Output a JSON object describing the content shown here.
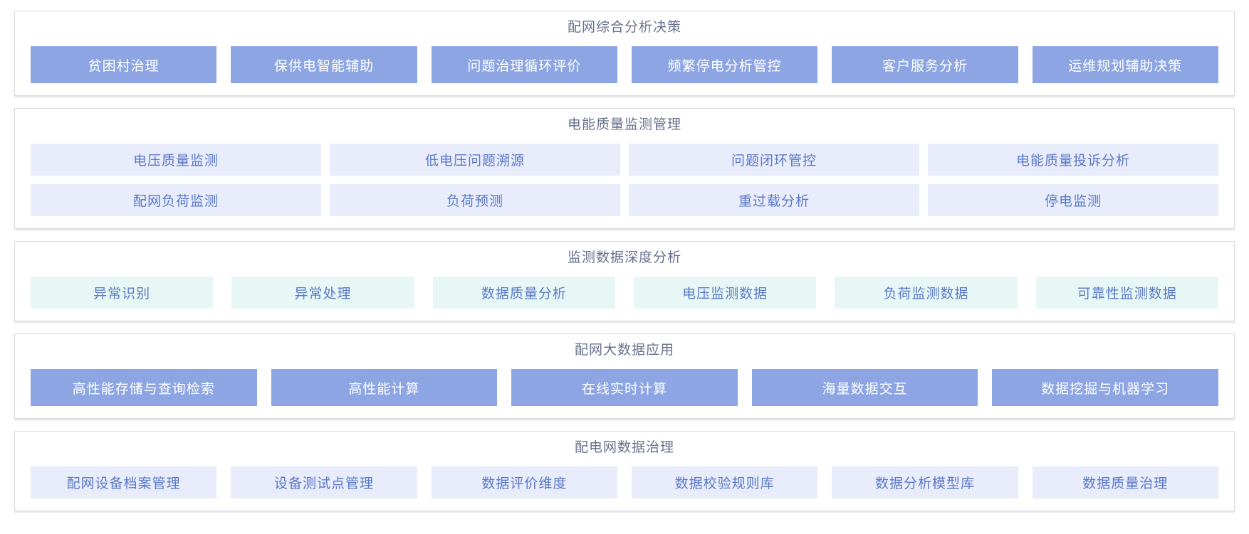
{
  "colors": {
    "solid_button_bg": "#8da5e3",
    "solid_button_text": "#ffffff",
    "lavender_button_bg": "#e8ecfb",
    "mint_button_bg": "#e7f7f5",
    "light_button_text": "#5b79c8",
    "panel_border": "#d9dbe2",
    "panel_title_text": "#67718d"
  },
  "sections": [
    {
      "title": "配网综合分析决策",
      "style": "solid",
      "rows": [
        [
          "贫困村治理",
          "保供电智能辅助",
          "问题治理循环评价",
          "频繁停电分析管控",
          "客户服务分析",
          "运维规划辅助决策"
        ]
      ]
    },
    {
      "title": "电能质量监测管理",
      "style": "lavender",
      "rows": [
        [
          "电压质量监测",
          "低电压问题溯源",
          "问题闭环管控",
          "电能质量投诉分析"
        ],
        [
          "配网负荷监测",
          "负荷预测",
          "重过载分析",
          "停电监测"
        ]
      ]
    },
    {
      "title": "监测数据深度分析",
      "style": "mint",
      "rows": [
        [
          "异常识别",
          "异常处理",
          "数据质量分析",
          "电压监测数据",
          "负荷监测数据",
          "可靠性监测数据"
        ]
      ]
    },
    {
      "title": "配网大数据应用",
      "style": "solid",
      "rows": [
        [
          "高性能存储与查询检索",
          "高性能计算",
          "在线实时计算",
          "海量数据交互",
          "数据挖掘与机器学习"
        ]
      ]
    },
    {
      "title": "配电网数据治理",
      "style": "lavender",
      "rows": [
        [
          "配网设备档案管理",
          "设备测试点管理",
          "数据评价维度",
          "数据校验规则库",
          "数据分析模型库",
          "数据质量治理"
        ]
      ]
    }
  ]
}
